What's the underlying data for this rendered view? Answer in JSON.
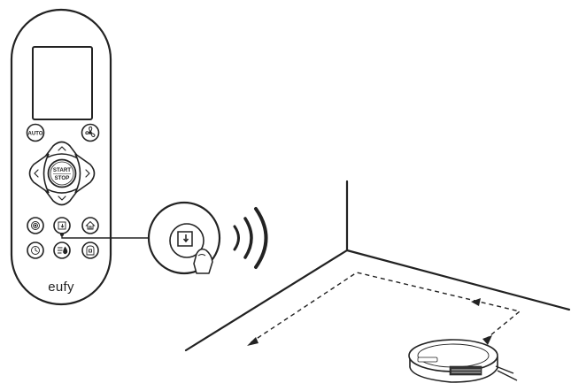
{
  "remote": {
    "auto_label": "AUTO",
    "start_label": "START",
    "stop_label": "STOP",
    "brand": "eufy"
  },
  "colors": {
    "ink": "#222222",
    "background": "#ffffff"
  },
  "icons": [
    "fan-icon",
    "chevron-up-icon",
    "chevron-down-icon",
    "chevron-left-icon",
    "chevron-right-icon",
    "spot-clean-icon",
    "edge-clean-icon",
    "home-icon",
    "schedule-icon",
    "water-level-icon",
    "dock-icon",
    "signal-waves-icon",
    "finger-press-icon",
    "robot-vacuum-icon"
  ]
}
